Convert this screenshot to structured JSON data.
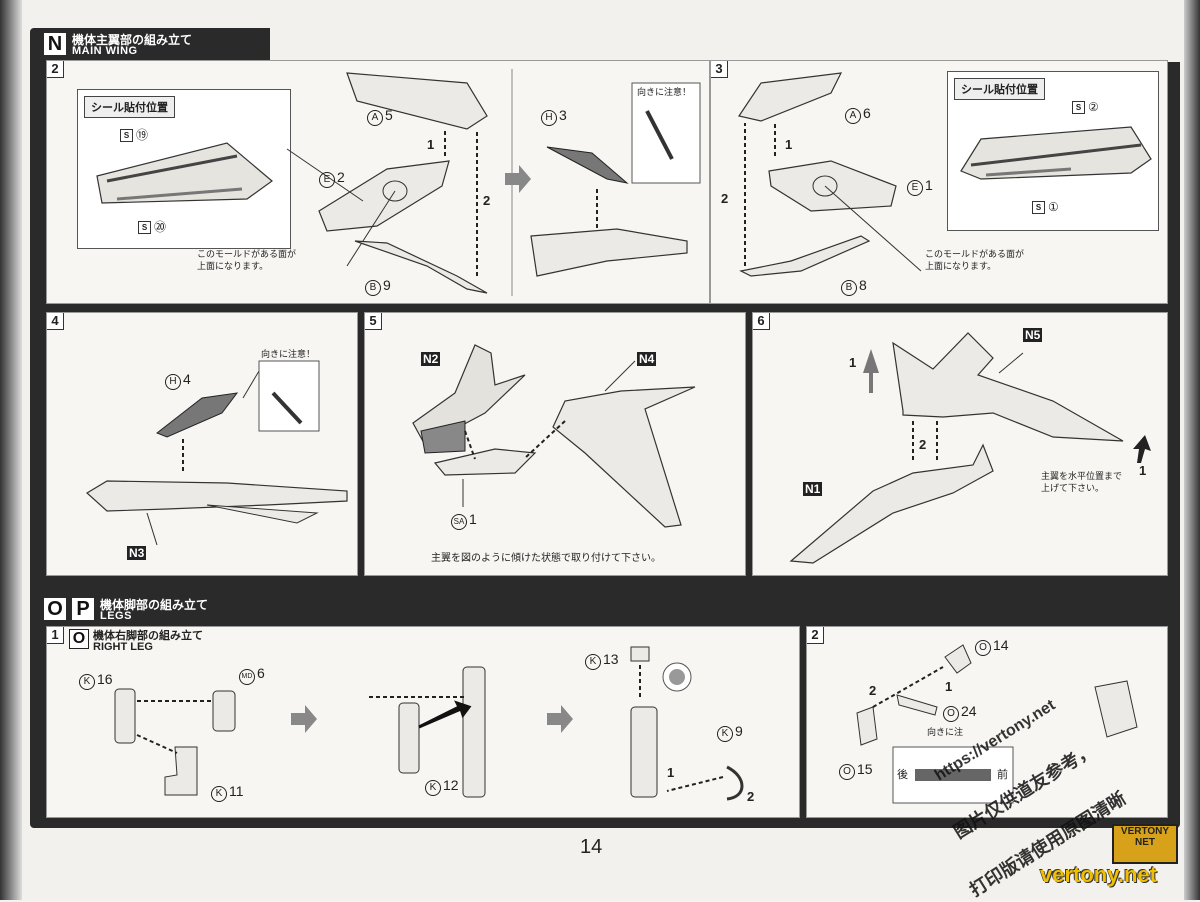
{
  "page_number": "14",
  "section_n": {
    "letter": "N",
    "title_jp": "機体主翼部の組み立て",
    "title_en": "MAIN WING"
  },
  "section_op": {
    "letter1": "O",
    "letter2": "P",
    "title_jp": "機体脚部の組み立て",
    "title_en": "LEGS",
    "sub_letter": "O",
    "sub_title_jp": "機体右脚部の組み立て",
    "sub_title_en": "RIGHT LEG"
  },
  "steps": {
    "s2": {
      "no": "2",
      "seal_title": "シール貼付位置",
      "seal_a": "⑲",
      "seal_b": "⑳",
      "parts": [
        {
          "letter": "A",
          "num": "5"
        },
        {
          "letter": "E",
          "num": "2"
        },
        {
          "letter": "B",
          "num": "9"
        },
        {
          "letter": "H",
          "num": "3"
        }
      ],
      "mold_note": [
        "このモールドがある面が",
        "上面になります。"
      ],
      "caution": "向きに注意！",
      "arrows": [
        "1",
        "2"
      ]
    },
    "s3": {
      "no": "3",
      "seal_title": "シール貼付位置",
      "seal_a": "②",
      "seal_b": "①",
      "parts": [
        {
          "letter": "A",
          "num": "6"
        },
        {
          "letter": "E",
          "num": "1"
        },
        {
          "letter": "B",
          "num": "8"
        }
      ],
      "mold_note": [
        "このモールドがある面が",
        "上面になります。"
      ],
      "arrows": [
        "1",
        "2"
      ]
    },
    "s4": {
      "no": "4",
      "caution": "向きに注意！",
      "part": {
        "letter": "H",
        "num": "4"
      },
      "assembly": "N3"
    },
    "s5": {
      "no": "5",
      "n2": "N2",
      "n4": "N4",
      "part": {
        "letter": "SA",
        "num": "1"
      },
      "note": "主翼を図のように傾けた状態で取り付けて下さい。"
    },
    "s6": {
      "no": "6",
      "n5": "N5",
      "n1": "N1",
      "note": [
        "主翼を水平位置まで",
        "上げて下さい。"
      ],
      "arrows": [
        "1",
        "2",
        "1"
      ]
    },
    "o1": {
      "no": "1",
      "parts": [
        {
          "letter": "K",
          "num": "16"
        },
        {
          "letter": "MD",
          "num": "6"
        },
        {
          "letter": "K",
          "num": "11"
        },
        {
          "letter": "K",
          "num": "12"
        },
        {
          "letter": "K",
          "num": "13"
        },
        {
          "letter": "K",
          "num": "9"
        }
      ],
      "arrows": [
        "1",
        "2"
      ]
    },
    "o2": {
      "no": "2",
      "parts": [
        {
          "letter": "O",
          "num": "14"
        },
        {
          "letter": "O",
          "num": "24"
        },
        {
          "letter": "O",
          "num": "15"
        }
      ],
      "caution": "向きに注",
      "back": "後",
      "front": "前",
      "arrows": [
        "2",
        "1"
      ]
    }
  },
  "watermark": {
    "url": "https://vertony.net",
    "line1": "图片仅供道友参考，",
    "line2": "打印版请使用原图清晰",
    "logo_top": "VERTONY",
    "logo_bottom": "NET",
    "site": "vertony.net"
  }
}
